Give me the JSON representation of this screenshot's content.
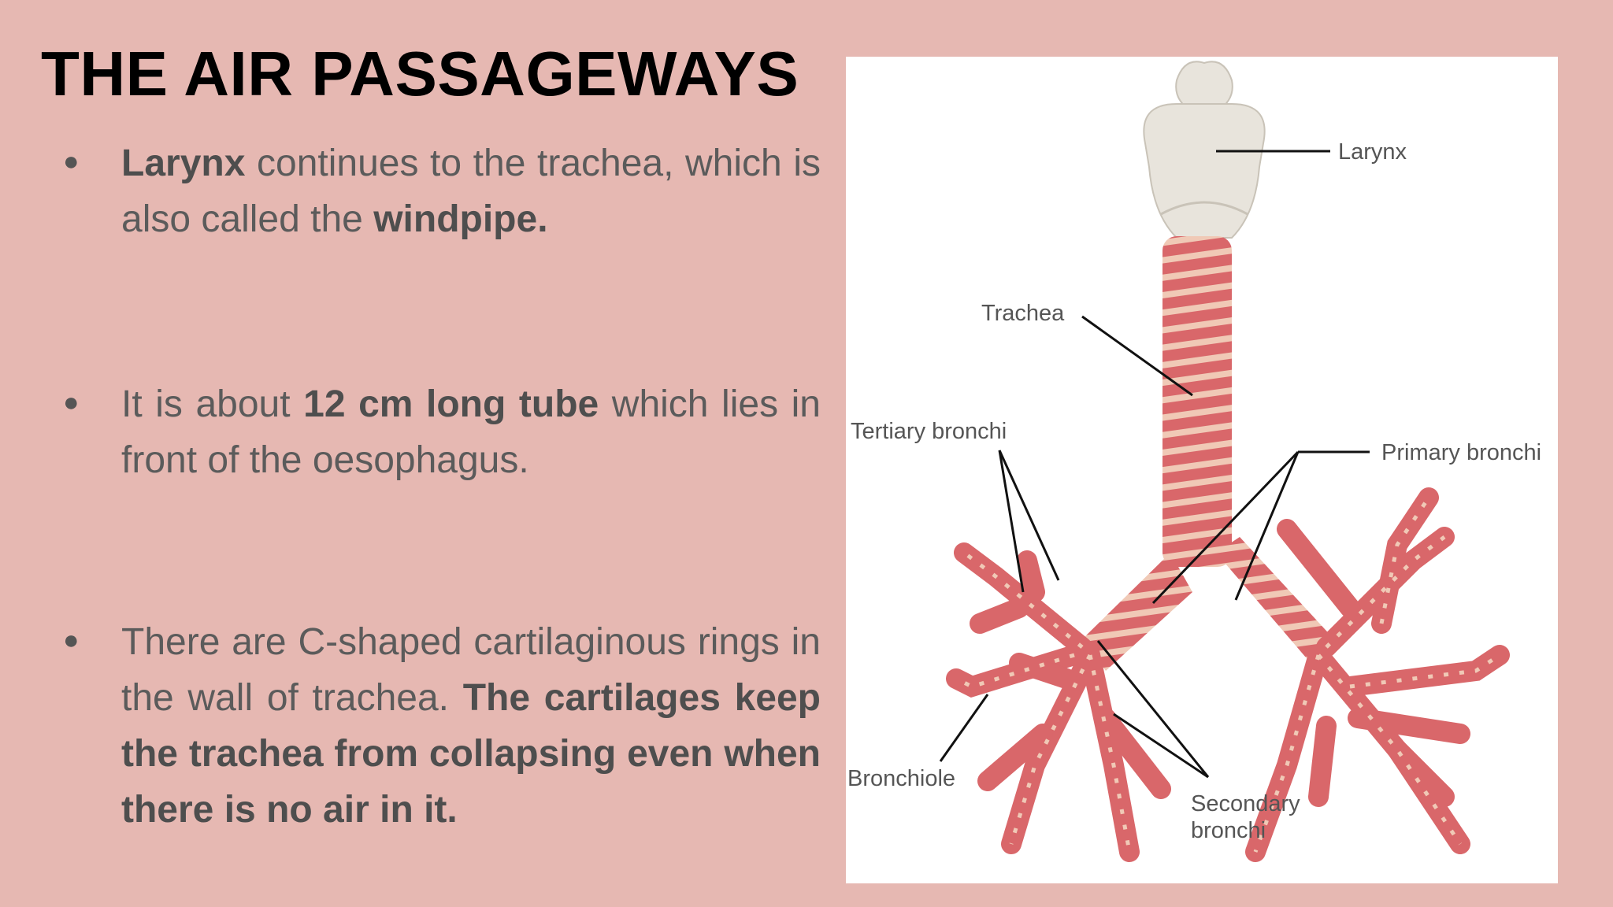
{
  "slide": {
    "title": "THE AIR PASSAGEWAYS",
    "bullets": [
      {
        "bold_start": "Larynx",
        "text_1": " continues to the trachea, which is also called the ",
        "bold_end": "windpipe."
      },
      {
        "text_start": "It is about ",
        "bold_mid": "12 cm long tube",
        "text_end": " which lies in front of the oesophagus."
      },
      {
        "text_start": "There are C-shaped cartilaginous rings in the wall of trachea. ",
        "bold_end": "The cartilages keep the trachea from collapsing even when there is no air in it."
      }
    ]
  },
  "figure": {
    "labels": {
      "larynx": "Larynx",
      "trachea": "Trachea",
      "tertiary_bronchi": "Tertiary bronchi",
      "primary_bronchi": "Primary bronchi",
      "bronchiole": "Bronchiole",
      "secondary_bronchi_line1": "Secondary",
      "secondary_bronchi_line2": "bronchi"
    },
    "colors": {
      "airway": "#d9676a",
      "rings": "#f0c9b6",
      "larynx": "#e8e4dc"
    }
  }
}
